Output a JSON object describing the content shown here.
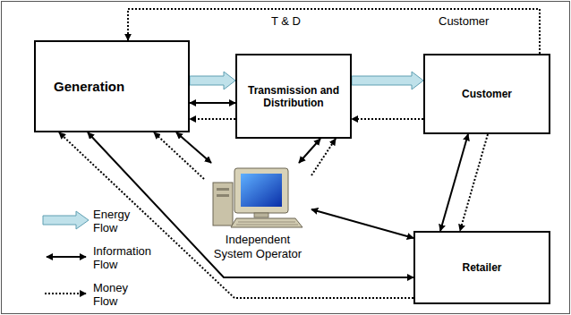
{
  "diagram": {
    "nodes": [
      {
        "text": [
          "Generation"
        ]
      },
      {
        "text": [
          "Transmission and Distribution"
        ]
      },
      {
        "text": [
          "Customer"
        ]
      },
      {
        "text": [
          "Independent System Operator"
        ]
      },
      {
        "text": [
          "Retailer"
        ]
      }
    ],
    "edges": [
      {
        "from": 0,
        "to": 1,
        "arrow": "to"
      },
      {
        "from": 1,
        "to": 2,
        "arrow": "to"
      },
      {
        "from": 0,
        "to": 1,
        "arrow": "both"
      },
      {
        "from": 1,
        "to": 0,
        "arrow": "to"
      },
      {
        "from": 2,
        "to": 1,
        "arrow": "to"
      },
      {
        "from": 2,
        "to": 0,
        "arrow": "to"
      },
      {
        "from": 0,
        "to": 3,
        "arrow": "both"
      },
      {
        "from": 3,
        "to": 0,
        "arrow": "to"
      },
      {
        "from": 1,
        "to": 3,
        "arrow": "both"
      },
      {
        "from": 3,
        "to": 1,
        "arrow": "to"
      },
      {
        "from": 3,
        "to": 4,
        "arrow": "both"
      },
      {
        "from": 2,
        "to": 4,
        "arrow": "both"
      },
      {
        "from": 2,
        "to": 4,
        "arrow": "to"
      },
      {
        "from": 0,
        "to": 4,
        "arrow": "both"
      },
      {
        "from": 4,
        "to": 0,
        "arrow": "to"
      }
    ],
    "labels": [
      "T & D",
      "Customer"
    ],
    "legend": [
      {
        "text": "Energy Flow"
      },
      {
        "text": "Information Flow"
      },
      {
        "text": "Money Flow"
      }
    ]
  }
}
